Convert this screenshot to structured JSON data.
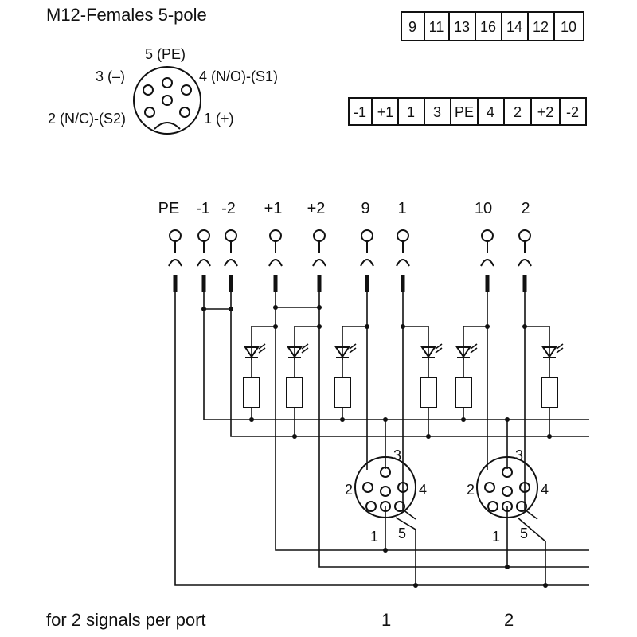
{
  "title": "M12-Females  5-pole",
  "pinout": {
    "pin5": "5 (PE)",
    "pin3": "3 (–)",
    "pin4": "4  (N/O)-(S1)",
    "pin2": "2  (N/C)-(S2)",
    "pin1": "1 (+)"
  },
  "terminal_row_top": [
    "9",
    "11",
    "13",
    "16",
    "14",
    "12",
    "10"
  ],
  "terminal_row_bottom": [
    "-1",
    "+1",
    "1",
    "3",
    "PE",
    "4",
    "2",
    "+2",
    "-2"
  ],
  "terminal_labels": [
    "PE",
    "-1",
    "-2",
    "+1",
    "+2",
    "9",
    "1",
    "10",
    "2"
  ],
  "connector_pins": {
    "p3": "3",
    "p2": "2",
    "p4": "4",
    "p1": "1",
    "p5": "5"
  },
  "footer": {
    "caption": "for 2 signals per port",
    "port1": "1",
    "port2": "2"
  }
}
